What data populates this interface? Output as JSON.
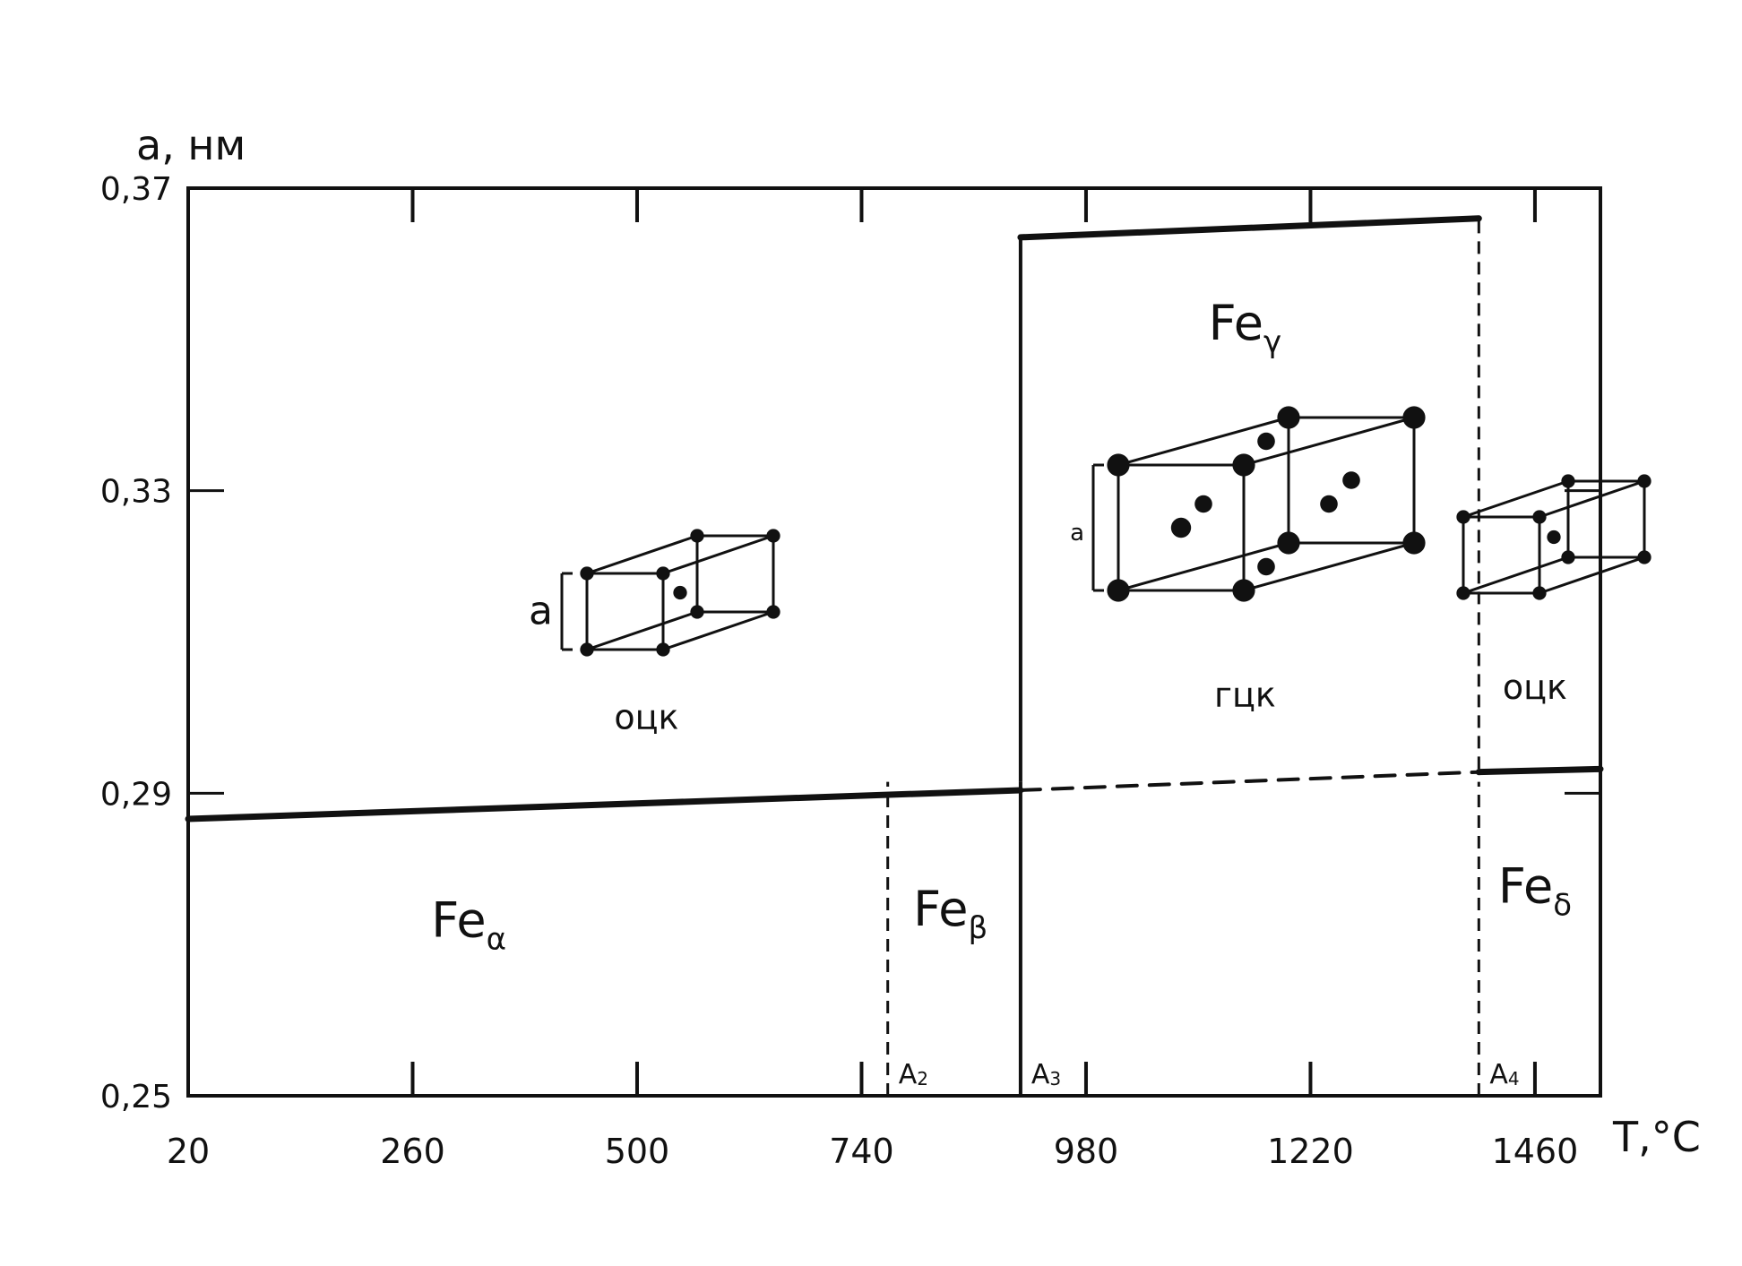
{
  "chart_data": {
    "type": "line",
    "ylabel": "a, нм",
    "xlabel": "T,°C",
    "x_ticks": [
      "20",
      "260",
      "500",
      "740",
      "980",
      "1220",
      "1460"
    ],
    "y_ticks": [
      "0,37",
      "0,33",
      "0,29",
      "0,25"
    ],
    "xlim": [
      20,
      1530
    ],
    "ylim": [
      0.25,
      0.37
    ],
    "grid": false,
    "transitions": [
      {
        "label": "A2",
        "x": 768,
        "style": "dashed"
      },
      {
        "label": "A3",
        "x": 910,
        "style": "solid"
      },
      {
        "label": "A4",
        "x": 1400,
        "style": "dashed"
      }
    ],
    "series": [
      {
        "name": "Feα",
        "segments": [
          {
            "x": [
              20,
              910
            ],
            "y": [
              0.2866,
              0.2904
            ],
            "style": "solid"
          },
          {
            "x": [
              910,
              1400
            ],
            "y": [
              0.2904,
              0.2928
            ],
            "style": "dashed"
          },
          {
            "x": [
              1400,
              1530
            ],
            "y": [
              0.2928,
              0.2932
            ],
            "style": "solid"
          }
        ]
      },
      {
        "name": "Feγ",
        "segments": [
          {
            "x": [
              910,
              1400
            ],
            "y": [
              0.3635,
              0.366
            ],
            "style": "solid"
          }
        ]
      }
    ],
    "region_labels": [
      {
        "base": "Fe",
        "sub": "α",
        "x": 320,
        "y": 0.271
      },
      {
        "base": "Fe",
        "sub": "β",
        "x": 835,
        "y": 0.2725
      },
      {
        "base": "Fe",
        "sub": "γ",
        "x": 1150,
        "y": 0.35
      },
      {
        "base": "Fe",
        "sub": "δ",
        "x": 1460,
        "y": 0.2755
      }
    ],
    "lattice_labels": [
      {
        "text": "оцк",
        "x": 510,
        "y": 0.2985
      },
      {
        "text": "гцк",
        "x": 1150,
        "y": 0.3015
      },
      {
        "text": "оцк",
        "x": 1460,
        "y": 0.3025
      }
    ],
    "cell_size_label": "a"
  }
}
